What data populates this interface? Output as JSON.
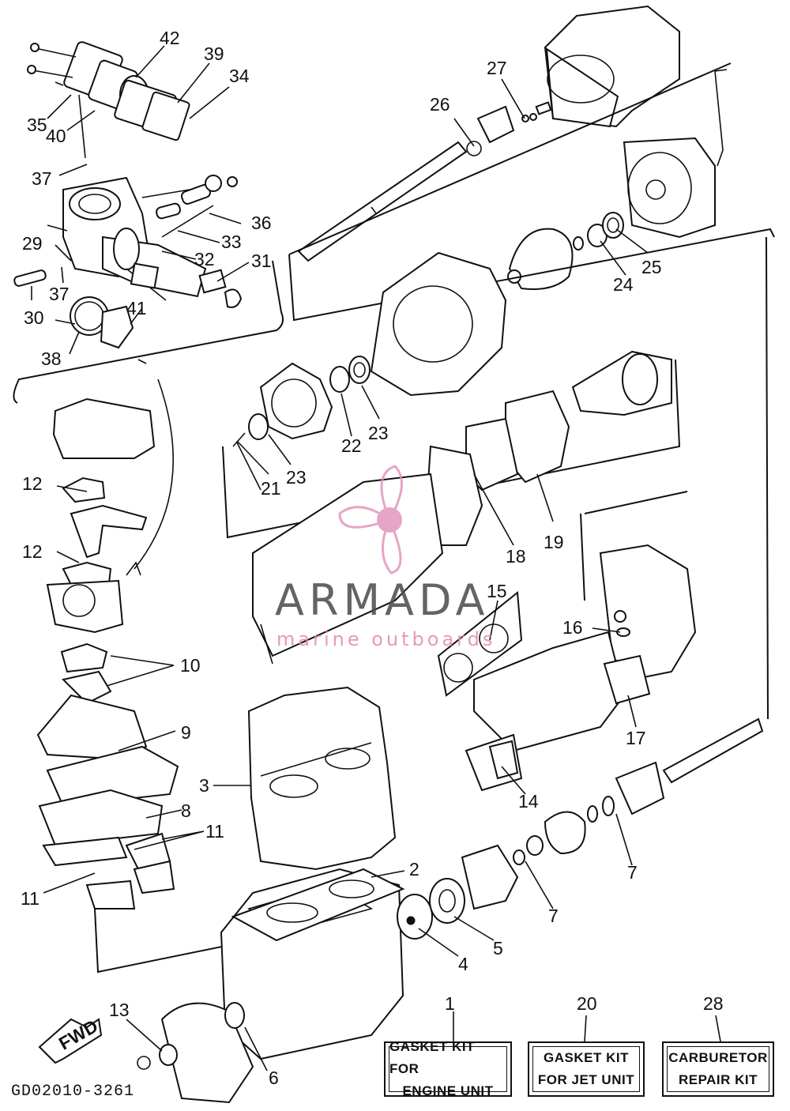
{
  "diagram": {
    "code": "GD02010-3261",
    "fwd_label": "FWD",
    "callouts": [
      {
        "id": "c1",
        "text": "1"
      },
      {
        "id": "c2",
        "text": "2"
      },
      {
        "id": "c3",
        "text": "3"
      },
      {
        "id": "c4",
        "text": "4"
      },
      {
        "id": "c5",
        "text": "5"
      },
      {
        "id": "c6",
        "text": "6"
      },
      {
        "id": "c7a",
        "text": "7"
      },
      {
        "id": "c7b",
        "text": "7"
      },
      {
        "id": "c8",
        "text": "8"
      },
      {
        "id": "c9",
        "text": "9"
      },
      {
        "id": "c10",
        "text": "10"
      },
      {
        "id": "c11a",
        "text": "11"
      },
      {
        "id": "c11b",
        "text": "11"
      },
      {
        "id": "c12a",
        "text": "12"
      },
      {
        "id": "c12b",
        "text": "12"
      },
      {
        "id": "c13",
        "text": "13"
      },
      {
        "id": "c14",
        "text": "14"
      },
      {
        "id": "c15",
        "text": "15"
      },
      {
        "id": "c16",
        "text": "16"
      },
      {
        "id": "c17",
        "text": "17"
      },
      {
        "id": "c18",
        "text": "18"
      },
      {
        "id": "c19",
        "text": "19"
      },
      {
        "id": "c20",
        "text": "20"
      },
      {
        "id": "c21",
        "text": "21"
      },
      {
        "id": "c22",
        "text": "22"
      },
      {
        "id": "c23a",
        "text": "23"
      },
      {
        "id": "c23b",
        "text": "23"
      },
      {
        "id": "c24",
        "text": "24"
      },
      {
        "id": "c25",
        "text": "25"
      },
      {
        "id": "c26",
        "text": "26"
      },
      {
        "id": "c27",
        "text": "27"
      },
      {
        "id": "c28",
        "text": "28"
      },
      {
        "id": "c29",
        "text": "29"
      },
      {
        "id": "c30",
        "text": "30"
      },
      {
        "id": "c31",
        "text": "31"
      },
      {
        "id": "c32",
        "text": "32"
      },
      {
        "id": "c33",
        "text": "33"
      },
      {
        "id": "c34",
        "text": "34"
      },
      {
        "id": "c35",
        "text": "35"
      },
      {
        "id": "c36",
        "text": "36"
      },
      {
        "id": "c37a",
        "text": "37"
      },
      {
        "id": "c37b",
        "text": "37"
      },
      {
        "id": "c38",
        "text": "38"
      },
      {
        "id": "c39",
        "text": "39"
      },
      {
        "id": "c40",
        "text": "40"
      },
      {
        "id": "c41",
        "text": "41"
      },
      {
        "id": "c42",
        "text": "42"
      }
    ]
  },
  "kits": [
    {
      "number": "1",
      "line1": "GASKET KIT FOR",
      "line2": "ENGINE UNIT"
    },
    {
      "number": "20",
      "line1": "GASKET KIT",
      "line2": "FOR JET UNIT"
    },
    {
      "number": "28",
      "line1": "CARBURETOR",
      "line2": "REPAIR KIT"
    }
  ],
  "watermark": {
    "brand": "ARMADA",
    "tagline": "marine outboards",
    "logo": "propeller-logo",
    "color": "#e08fb8"
  }
}
